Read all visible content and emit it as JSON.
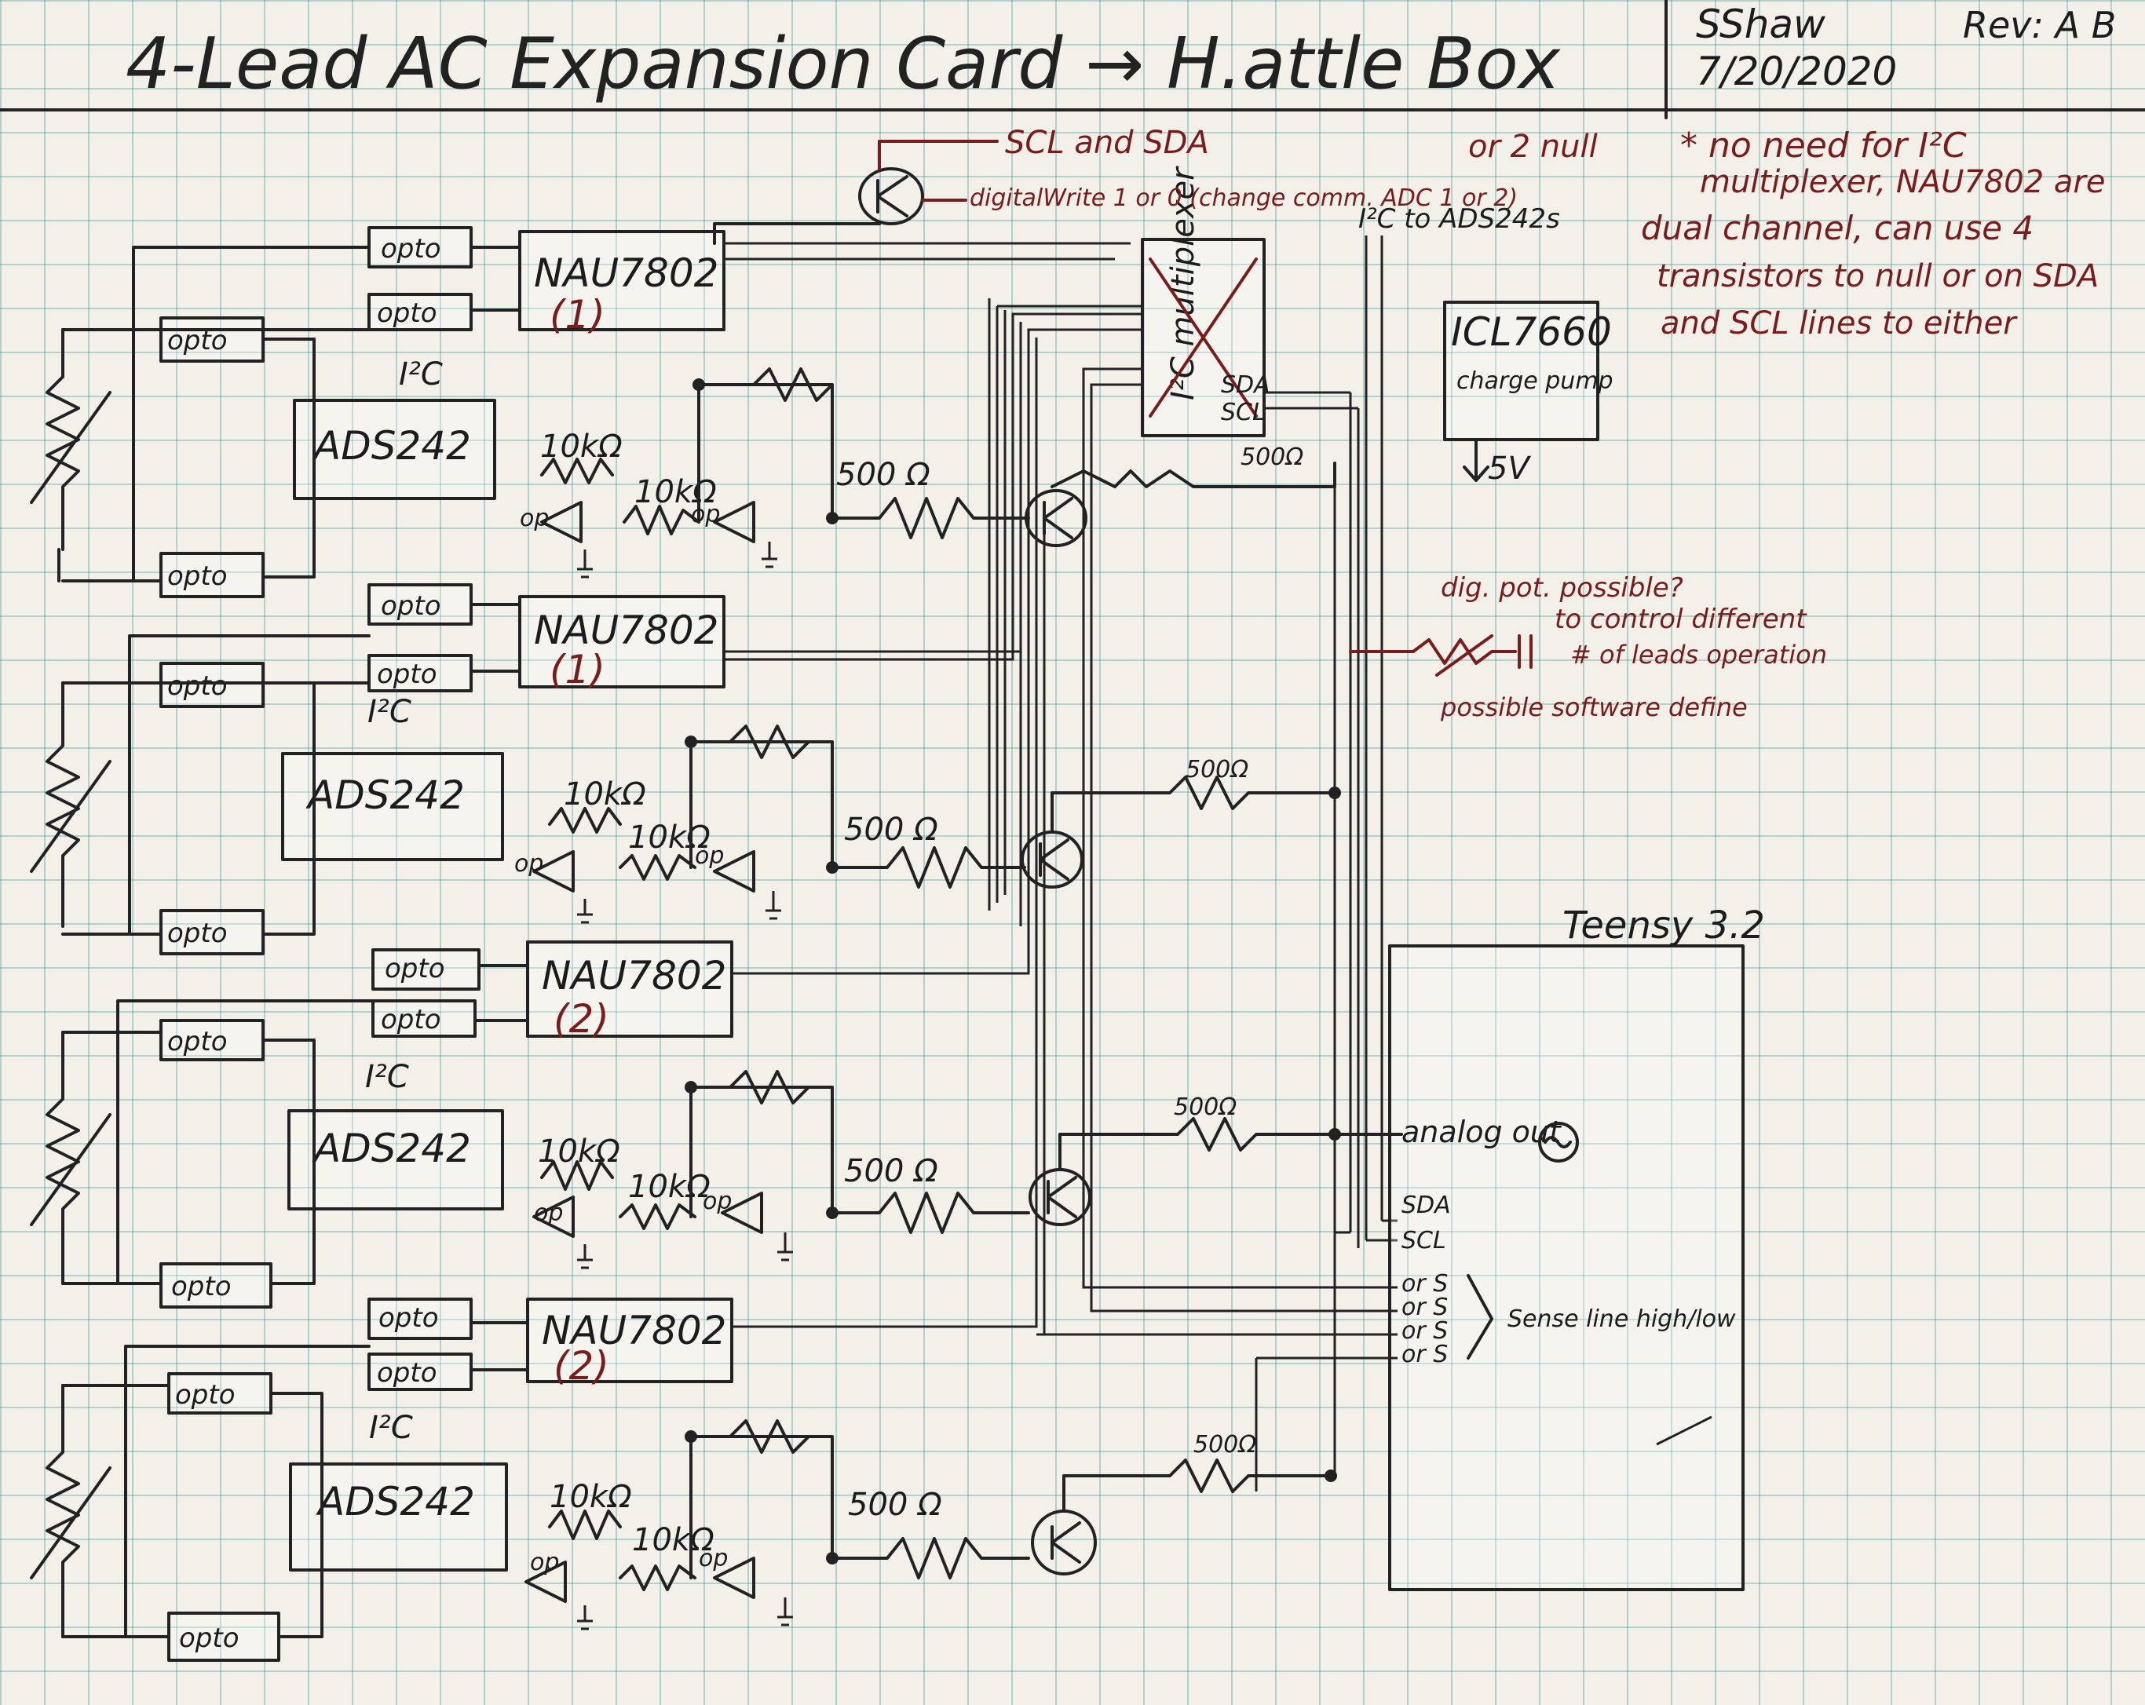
{
  "header": {
    "title": "4-Lead AC Expansion Card → H.attle Box",
    "author": "SShaw",
    "date": "7/20/2020",
    "revision": "Rev: A B"
  },
  "labels": {
    "opto": "opto",
    "ads": "ADS242",
    "i2c": "I²C",
    "op": "op",
    "r10k": "10kΩ",
    "r500": "500 Ω",
    "r500b": "500Ω",
    "nau1": "NAU7802",
    "nau_num1": "(1)",
    "nau_num2": "(2)",
    "mux": "I²C multiplexer",
    "sda": "SDA",
    "scl": "SCL",
    "icl": "ICL7660",
    "charge_pump": "charge pump",
    "five_v": "5V",
    "i2c_to_ads": "I²C to ADS242s",
    "teensy": "Teensy 3.2",
    "analog_out": "analog out",
    "ors": [
      "or S",
      "or S",
      "or S",
      "or S"
    ],
    "sense_line": "Sense line high/low"
  },
  "notes": {
    "transistor_top": "SCL and SDA",
    "digital_write": "digitalWrite 1 or 0 (change comm. ADC 1 or 2)",
    "null": "or 2  null",
    "no_need_1": "* no need for I²C",
    "no_need_2": "multiplexer, NAU7802 are",
    "no_need_3": "dual channel, can use 4",
    "no_need_4": "transistors to null or on SDA",
    "no_need_5": "and SCL lines to either",
    "dig_pot_1": "dig. pot. possible?",
    "dig_pot_2": "to control different",
    "dig_pot_3": "# of leads operation",
    "dig_pot_4": "possible software define"
  },
  "colors": {
    "ink": "#222222",
    "red_ink": "#7a1c1c",
    "grid": "#3c9696",
    "paper": "#f3f0ea"
  }
}
